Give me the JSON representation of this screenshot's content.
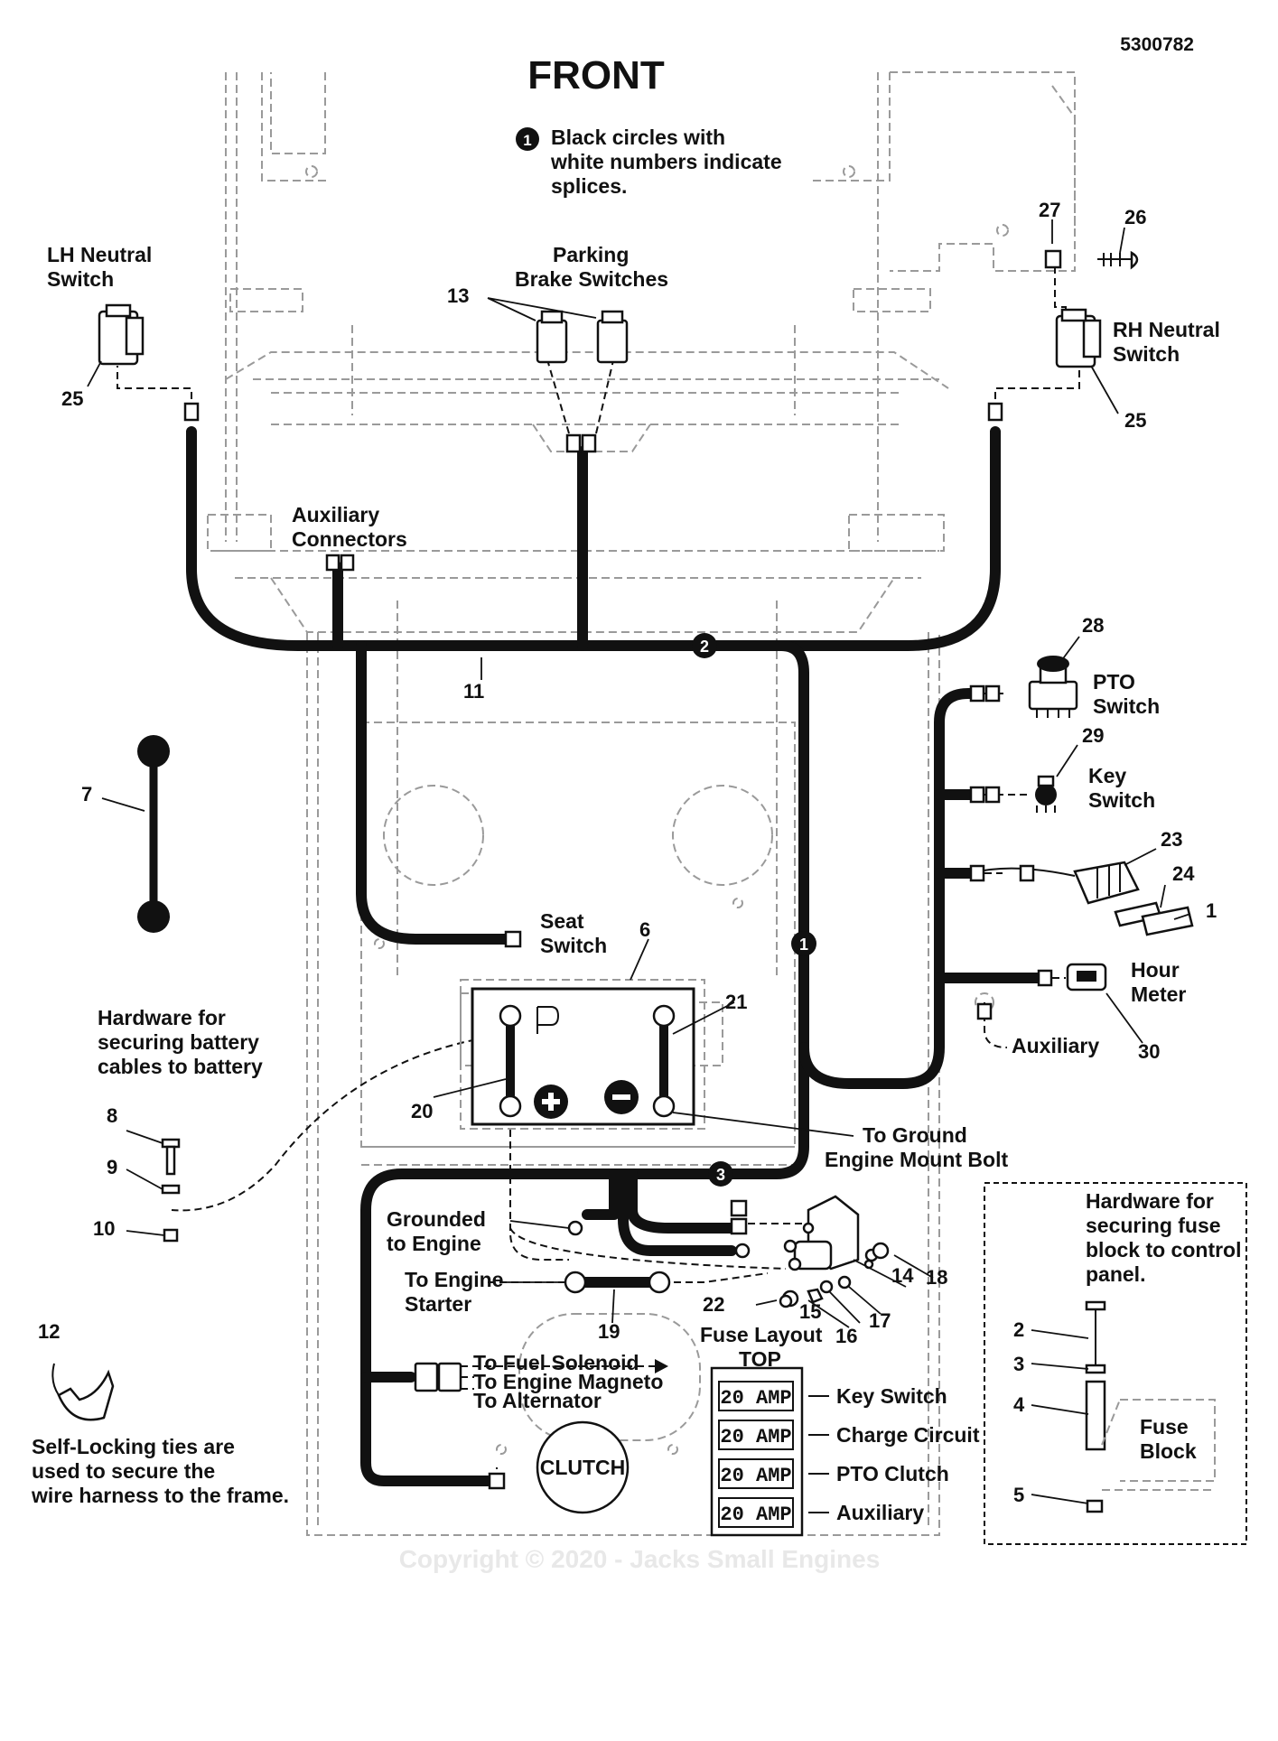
{
  "document_number": "5300782",
  "title": "FRONT",
  "legend": {
    "marker": "1",
    "line1": "Black circles with",
    "line2": "white numbers indicate",
    "line3": "splices."
  },
  "labels": {
    "lh_neutral_1": "LH Neutral",
    "lh_neutral_2": "Switch",
    "parking_1": "Parking",
    "parking_2": "Brake Switches",
    "rh_neutral_1": "RH Neutral",
    "rh_neutral_2": "Switch",
    "aux_conn_1": "Auxiliary",
    "aux_conn_2": "Connectors",
    "pto_1": "PTO",
    "pto_2": "Switch",
    "key_1": "Key",
    "key_2": "Switch",
    "hour_1": "Hour",
    "hour_2": "Meter",
    "auxiliary": "Auxiliary",
    "seat_1": "Seat",
    "seat_2": "Switch",
    "hw_batt_1": "Hardware for",
    "hw_batt_2": "securing battery",
    "hw_batt_3": "cables to battery",
    "ground_1": "To Ground",
    "ground_2": "Engine Mount Bolt",
    "grounded_1": "Grounded",
    "grounded_2": "to Engine",
    "starter_1": "To Engine",
    "starter_2": "Starter",
    "fuel_solenoid": "To Fuel Solenoid",
    "magneto": "To Engine Magneto",
    "alternator": "To Alternator",
    "clutch": "CLUTCH",
    "self_lock_1": "Self-Locking ties are",
    "self_lock_2": "used to secure the",
    "self_lock_3": "wire harness to the frame.",
    "fuse_layout_1": "Fuse Layout",
    "fuse_layout_2": "TOP",
    "hw_fuse_1": "Hardware for",
    "hw_fuse_2": "securing fuse",
    "hw_fuse_3": "block to control",
    "hw_fuse_4": "panel.",
    "fuse_block_1": "Fuse",
    "fuse_block_2": "Block"
  },
  "fuses": [
    {
      "rating": "20 AMP",
      "circuit": "Key Switch"
    },
    {
      "rating": "20 AMP",
      "circuit": "Charge Circuit"
    },
    {
      "rating": "20 AMP",
      "circuit": "PTO Clutch"
    },
    {
      "rating": "20 AMP",
      "circuit": "Auxiliary"
    }
  ],
  "splices": [
    "1",
    "2",
    "3"
  ],
  "callouts": {
    "c1": "1",
    "c2": "2",
    "c3": "3",
    "c4": "4",
    "c5": "5",
    "c6": "6",
    "c7": "7",
    "c8": "8",
    "c9": "9",
    "c10": "10",
    "c11": "11",
    "c12": "12",
    "c13": "13",
    "c14": "14",
    "c15": "15",
    "c16": "16",
    "c17": "17",
    "c18": "18",
    "c19": "19",
    "c20": "20",
    "c21": "21",
    "c22": "22",
    "c23": "23",
    "c24": "24",
    "c25a": "25",
    "c25b": "25",
    "c26": "26",
    "c27": "27",
    "c28": "28",
    "c29": "29",
    "c30": "30"
  },
  "watermark": {
    "copyright": "Copyright © 2020 - Jacks Small Engines"
  }
}
